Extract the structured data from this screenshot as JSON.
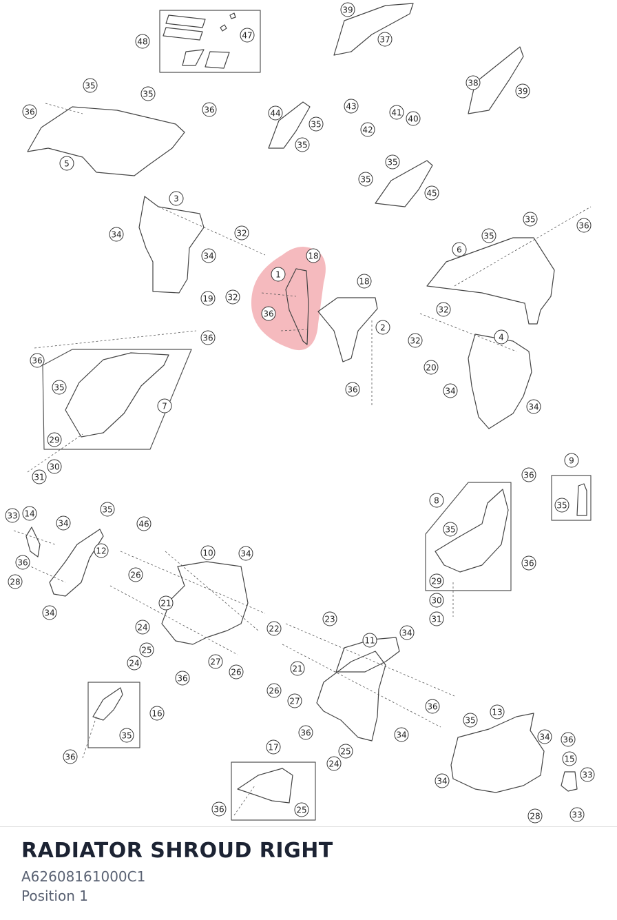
{
  "part": {
    "title": "RADIATOR SHROUD RIGHT",
    "number": "A62608161000C1",
    "position": "Position 1"
  },
  "highlight_color": "#f2a9ae",
  "callouts": [
    "48",
    "47",
    "39",
    "37",
    "38",
    "39",
    "35",
    "35",
    "36",
    "36",
    "5",
    "44",
    "35",
    "35",
    "43",
    "41",
    "40",
    "42",
    "35",
    "35",
    "45",
    "3",
    "34",
    "32",
    "34",
    "19",
    "32",
    "1",
    "18",
    "36",
    "18",
    "2",
    "36",
    "35",
    "35",
    "36",
    "6",
    "32",
    "32",
    "4",
    "20",
    "34",
    "34",
    "36",
    "36",
    "35",
    "7",
    "29",
    "30",
    "31",
    "9",
    "36",
    "35",
    "8",
    "35",
    "29",
    "36",
    "30",
    "31",
    "33",
    "14",
    "34",
    "35",
    "12",
    "36",
    "28",
    "34",
    "46",
    "10",
    "34",
    "26",
    "21",
    "22",
    "24",
    "25",
    "24",
    "36",
    "27",
    "26",
    "23",
    "11",
    "34",
    "21",
    "26",
    "27",
    "36",
    "36",
    "25",
    "24",
    "34",
    "16",
    "35",
    "36",
    "17",
    "36",
    "25",
    "13",
    "35",
    "34",
    "36",
    "15",
    "33",
    "34",
    "28",
    "33"
  ]
}
